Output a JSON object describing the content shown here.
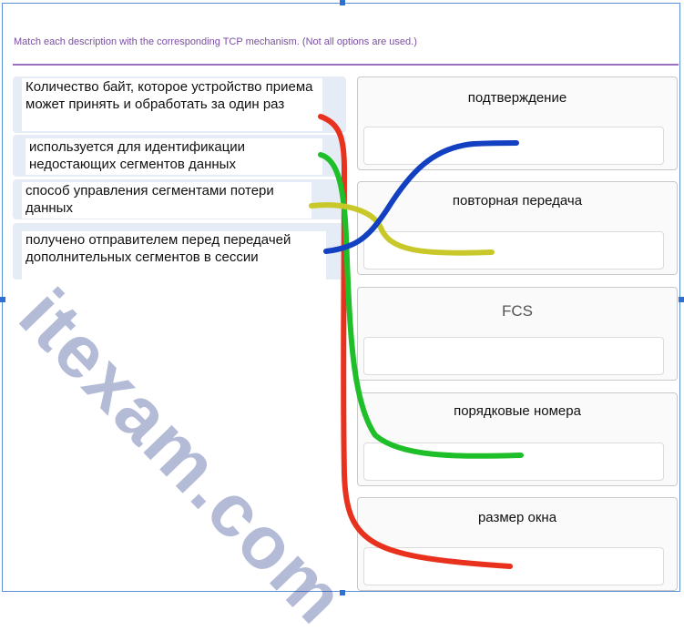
{
  "instruction": "Match each description with the corresponding TCP mechanism. (Not all options are used.)",
  "descriptions": [
    "Количество байт, которое устройство приема может принять и обработать за один раз",
    "используется для идентификации недостающих сегментов данных",
    "способ управления сегментами потери данных",
    "получено отправителем перед передачей дополнительных сегментов в сессии"
  ],
  "targets": [
    "подтверждение",
    "повторная передача",
    "FCS",
    "порядковые номера",
    "размер окна"
  ],
  "watermark": "itexam.com",
  "colors": {
    "accent": "#9b6fbf",
    "line_red": "#e8321e",
    "line_green": "#1fbf2a",
    "line_yellow": "#c8c82a",
    "line_blue": "#1240c0"
  }
}
